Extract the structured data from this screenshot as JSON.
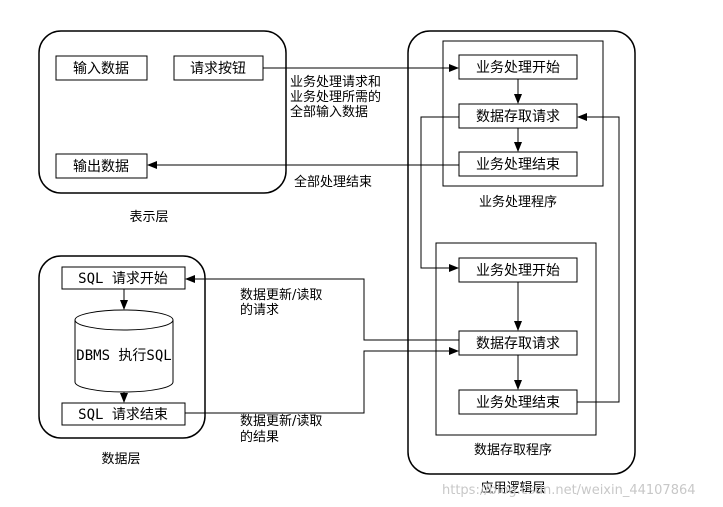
{
  "presentation_layer": {
    "title": "表示层",
    "input_box": "输入数据",
    "request_button": "请求按钮",
    "output_box": "输出数据"
  },
  "request_note": {
    "line1": "业务处理请求和",
    "line2": "业务处理所需的",
    "line3": "全部输入数据"
  },
  "result_note": "全部处理结束",
  "app_layer": {
    "title": "应用逻辑层",
    "business_program": {
      "title": "业务处理程序",
      "start": "业务处理开始",
      "access": "数据存取请求",
      "end": "业务处理结束"
    },
    "data_access_program": {
      "title": "数据存取程序",
      "start": "业务处理开始",
      "access": "数据存取请求",
      "end": "业务处理结束"
    }
  },
  "data_layer": {
    "title": "数据层",
    "sql_start": "SQL 请求开始",
    "dbms": "DBMS 执行SQL",
    "sql_end": "SQL 请求结束"
  },
  "update_request_note": {
    "line1": "数据更新/读取",
    "line2": "的请求"
  },
  "update_result_note": {
    "line1": "数据更新/读取",
    "line2": "的结果"
  },
  "watermark": "https://blog.csdn.net/weixin_44107864"
}
